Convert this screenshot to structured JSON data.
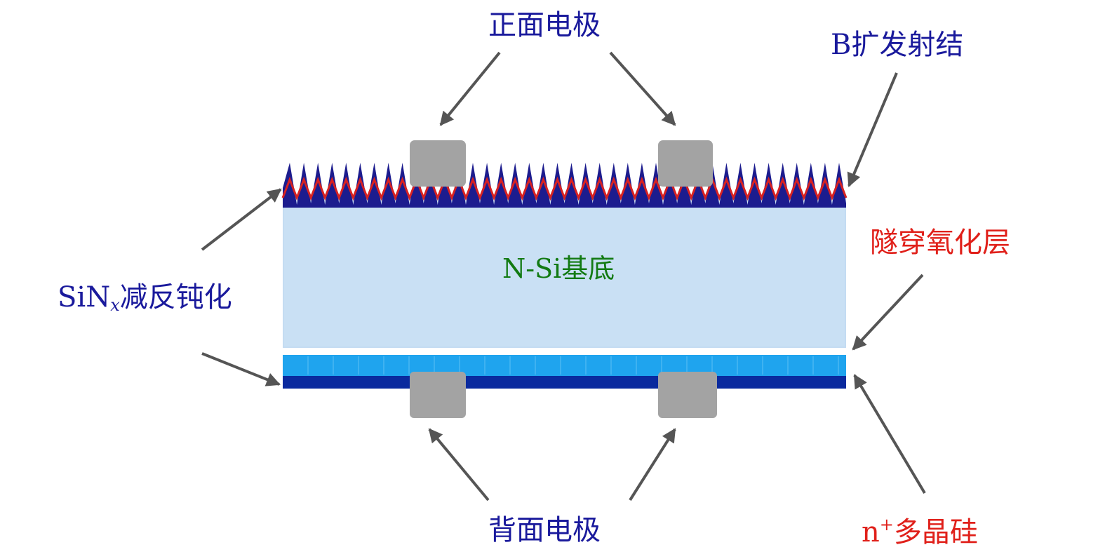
{
  "labels": {
    "front_electrode": "正面电极",
    "b_emitter": "B扩发射结",
    "sinx_prefix": "SiN",
    "sinx_sub": "x",
    "sinx_suffix": "减反钝化",
    "tunnel_oxide": "隧穿氧化层",
    "substrate": "N-Si基底",
    "back_electrode": "背面电极",
    "poly_prefix": "n",
    "poly_sup": "+",
    "poly_suffix": "多晶硅"
  },
  "colors": {
    "blue_label": "#1a1a9c",
    "red_label": "#e0201a",
    "green_label": "#127a12",
    "substrate": "#c4dcf2",
    "electrode": "#a3a3a3",
    "poly_layer": "#1fa4ee",
    "back_dark_layer": "#0a2a9e",
    "arrow": "#555555",
    "pyramid": "#1c1c8e",
    "emitter_line": "#d72222"
  },
  "icons": {
    "arrow": "arrow-icon"
  }
}
